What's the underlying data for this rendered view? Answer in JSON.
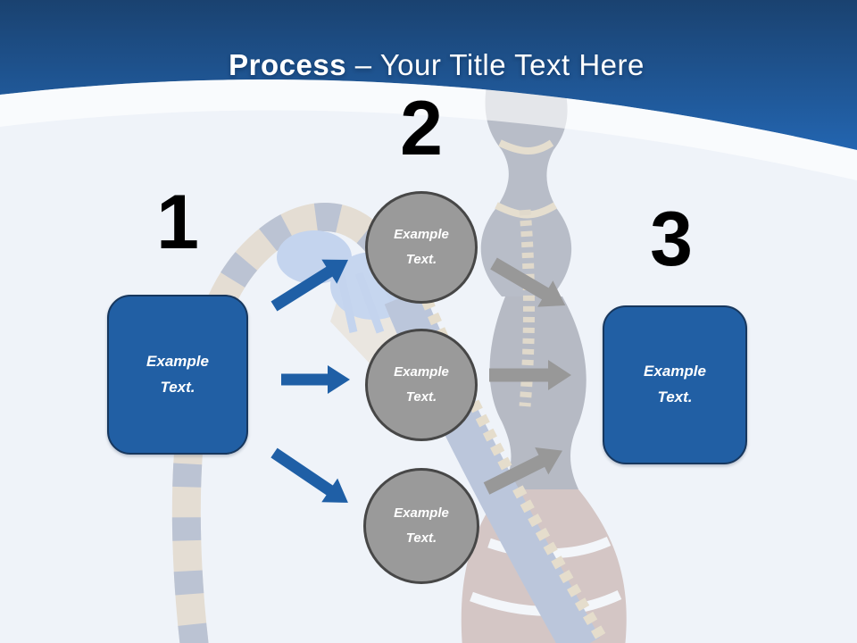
{
  "title": {
    "bold": "Process",
    "rest": " – Your Title Text Here"
  },
  "steps": {
    "one": {
      "number": "1",
      "label": "Example Text."
    },
    "two": {
      "number": "2",
      "circles": [
        {
          "label": "Example Text."
        },
        {
          "label": "Example Text."
        },
        {
          "label": "Example Text."
        }
      ]
    },
    "three": {
      "number": "3",
      "label": "Example Text."
    }
  },
  "colors": {
    "header_gradient_top": "#1a4270",
    "header_gradient_bottom": "#2365b0",
    "header_band": "rgba(255,255,255,0.62)",
    "accent_blue": "#215fa4",
    "box_border": "#17375e",
    "blue_arrow": "#1f5fa6",
    "gray_arrow": "#989898",
    "circle_fill": "#9a9a9a",
    "circle_border": "#474747",
    "number_color": "#000000",
    "title_color": "#ffffff",
    "background": "#eff3f9"
  }
}
